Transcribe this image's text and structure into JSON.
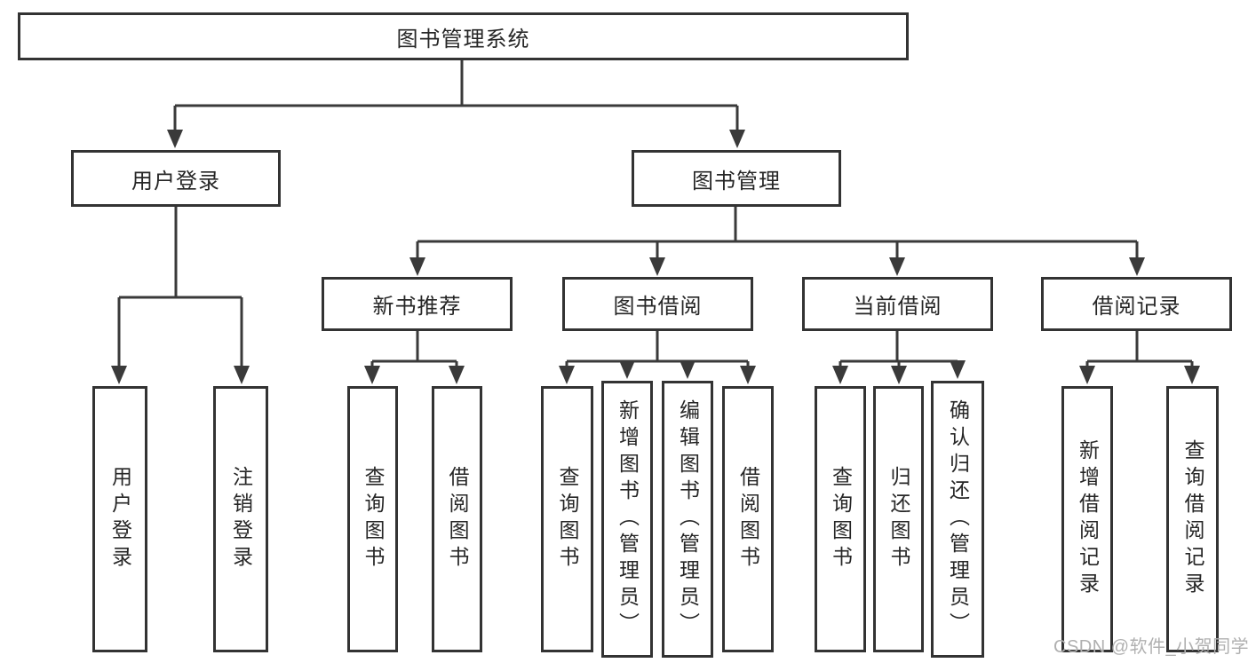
{
  "watermark": {
    "text": "CSDN @软件_小贺同学",
    "color": "#b0b0b0"
  },
  "colors": {
    "line": "#3a3a3a",
    "border": "#333333",
    "text": "#262626",
    "background": "#ffffff"
  },
  "diagram": {
    "root": {
      "label": "图书管理系统"
    },
    "branches": [
      {
        "label": "用户登录",
        "children": [
          {
            "label": "用户登录"
          },
          {
            "label": "注销登录"
          }
        ]
      },
      {
        "label": "图书管理",
        "children": [
          {
            "label": "新书推荐",
            "children": [
              {
                "label": "查询图书"
              },
              {
                "label": "借阅图书"
              }
            ]
          },
          {
            "label": "图书借阅",
            "children": [
              {
                "label": "查询图书"
              },
              {
                "label": "新增图书（管理员）"
              },
              {
                "label": "编辑图书（管理员）"
              },
              {
                "label": "借阅图书"
              }
            ]
          },
          {
            "label": "当前借阅",
            "children": [
              {
                "label": "查询图书"
              },
              {
                "label": "归还图书"
              },
              {
                "label": "确认归还（管理员）"
              }
            ]
          },
          {
            "label": "借阅记录",
            "children": [
              {
                "label": "新增借阅记录"
              },
              {
                "label": "查询借阅记录"
              }
            ]
          }
        ]
      }
    ]
  }
}
